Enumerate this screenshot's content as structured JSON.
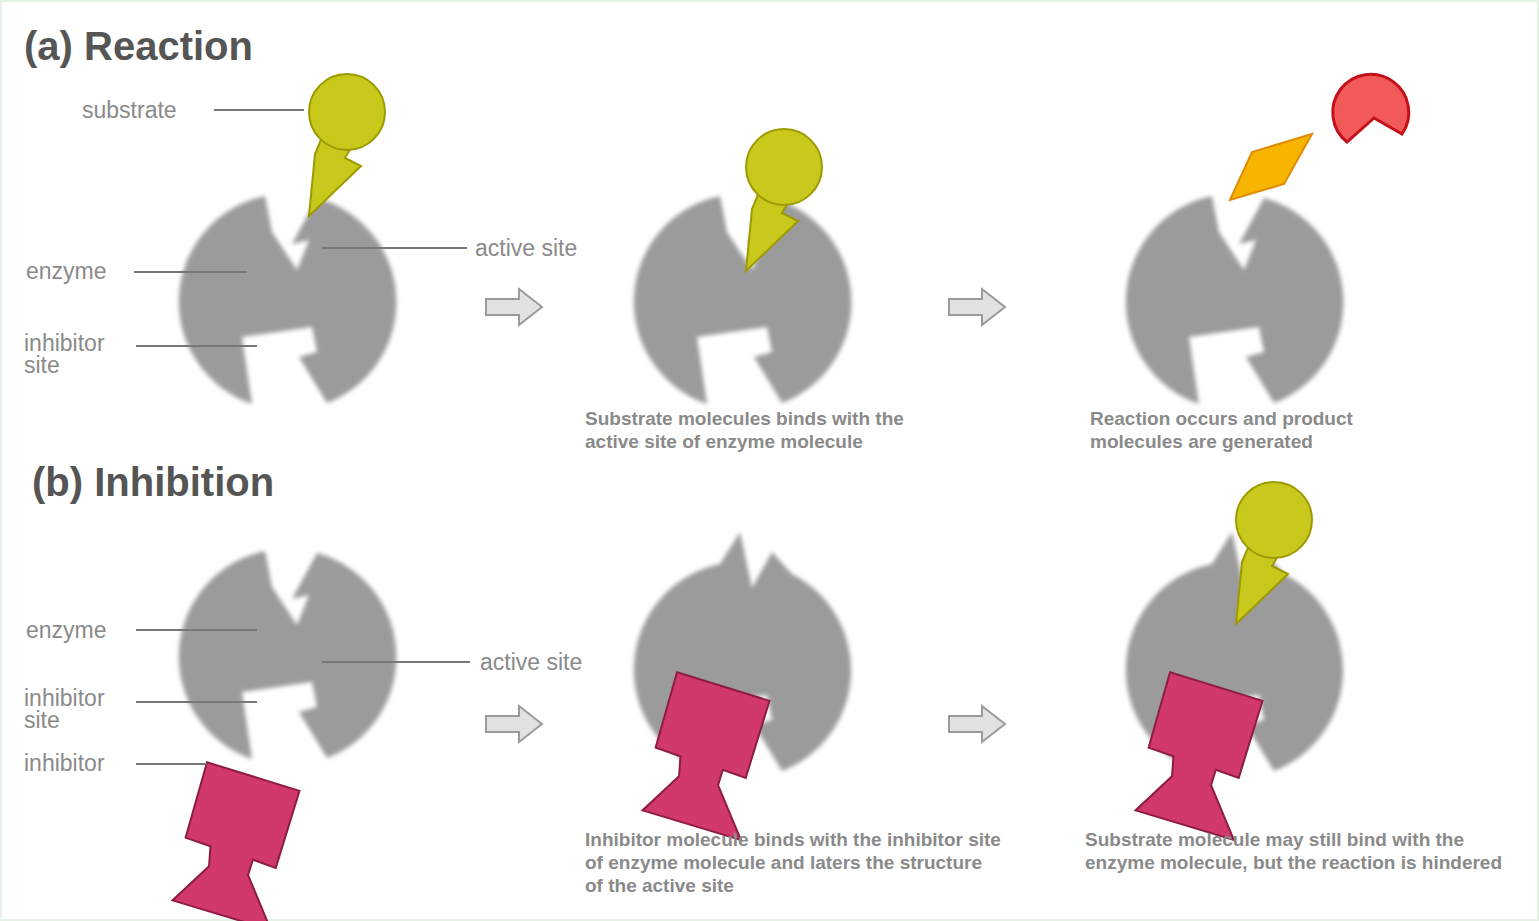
{
  "diagram": {
    "labels": [
      "(a) Reaction",
      "substrate",
      "enzyme",
      "active site",
      "inhibitor site",
      "Substrate molecules binds with the active site of enzyme molecule",
      "Reaction occurs and product molecules are generated",
      "(b) Inhibition",
      "enzyme",
      "active site",
      "inhibitor site",
      "inhibitor",
      "Inhibitor molecule binds with the inhibitor site of enzyme molecule and laters the structure of the active site",
      "Substrate molecule may still bind with the enzyme molecule, but the reaction is hindered"
    ]
  }
}
